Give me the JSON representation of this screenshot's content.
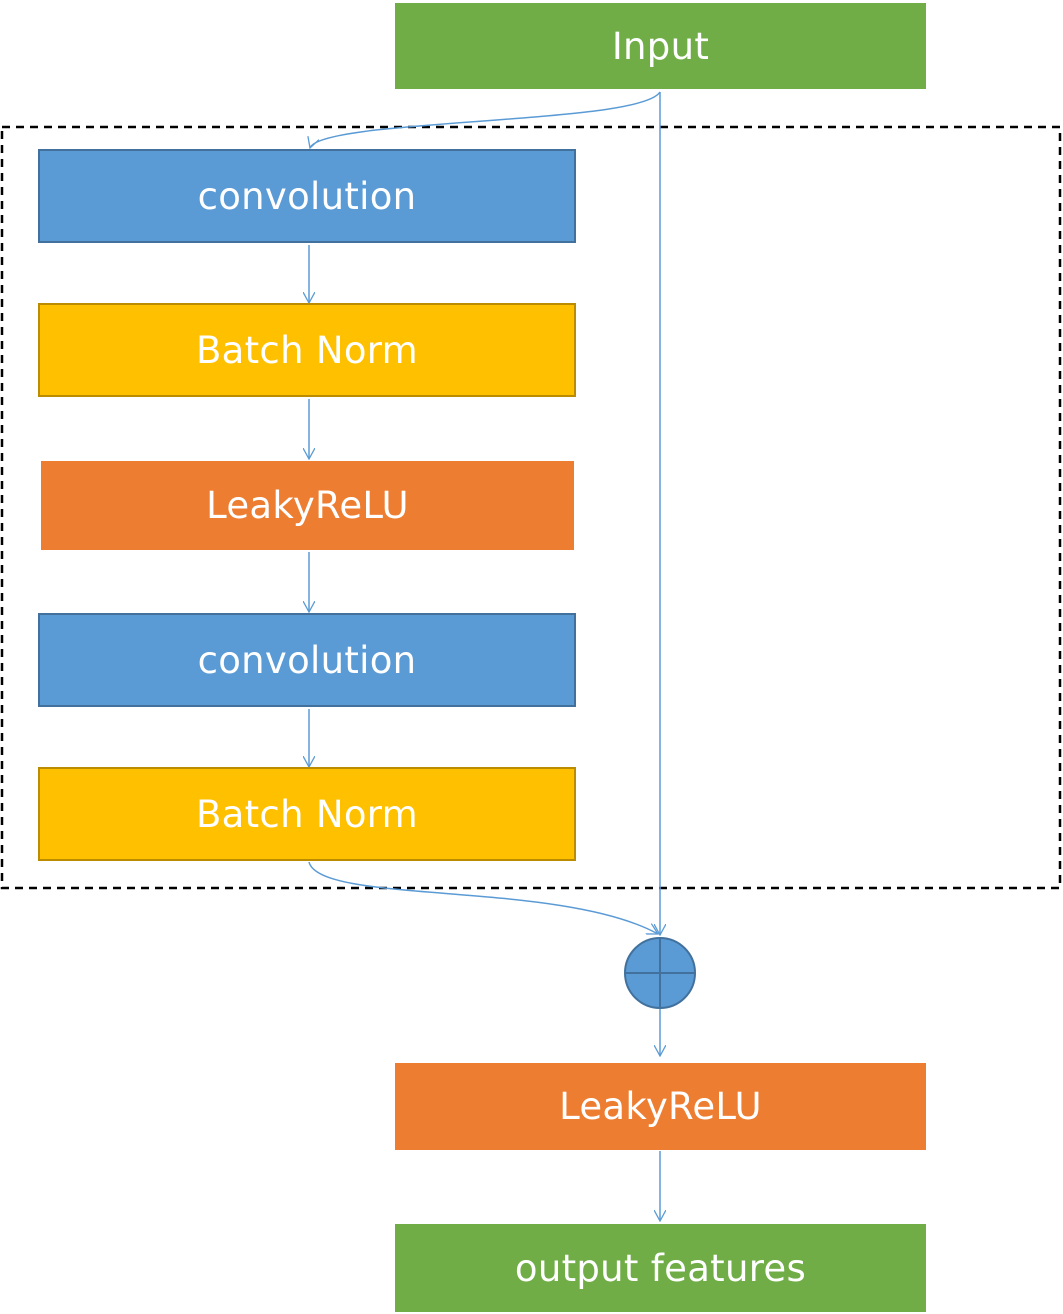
{
  "nodes": {
    "input": "Input",
    "conv1": "convolution",
    "bn1": "Batch Norm",
    "relu1": "LeakyReLU",
    "conv2": "convolution",
    "bn2": "Batch Norm",
    "relu2": "LeakyReLU",
    "output": "output features"
  },
  "colors": {
    "green": "#70ad47",
    "blue": "#5b9bd5",
    "yellow": "#ffc000",
    "orange": "#ed7d31",
    "connector": "#5b9bd5"
  },
  "icons": {
    "sum_node": "circle-plus-icon"
  }
}
